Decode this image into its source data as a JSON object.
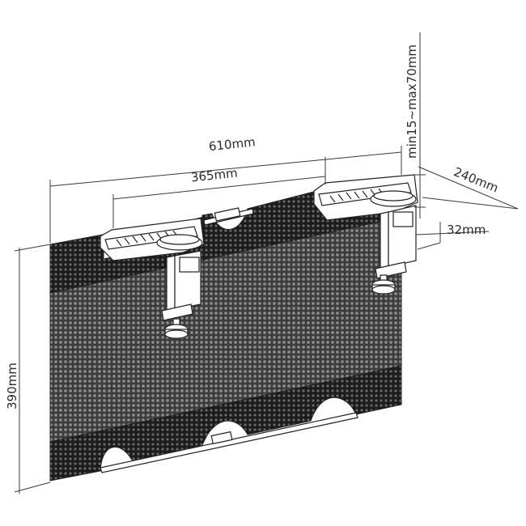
{
  "dimensions": {
    "overall_width": "610mm",
    "bracket_spacing": "365mm",
    "clamp_range": "min15~max70mm",
    "depth": "240mm",
    "clamp_width": "32mm",
    "height": "390mm"
  },
  "colors": {
    "line": "#2a2a2a",
    "mesh_dark": "#1c1c1c",
    "mesh_light": "#3a3a3a",
    "background": "#ffffff"
  }
}
